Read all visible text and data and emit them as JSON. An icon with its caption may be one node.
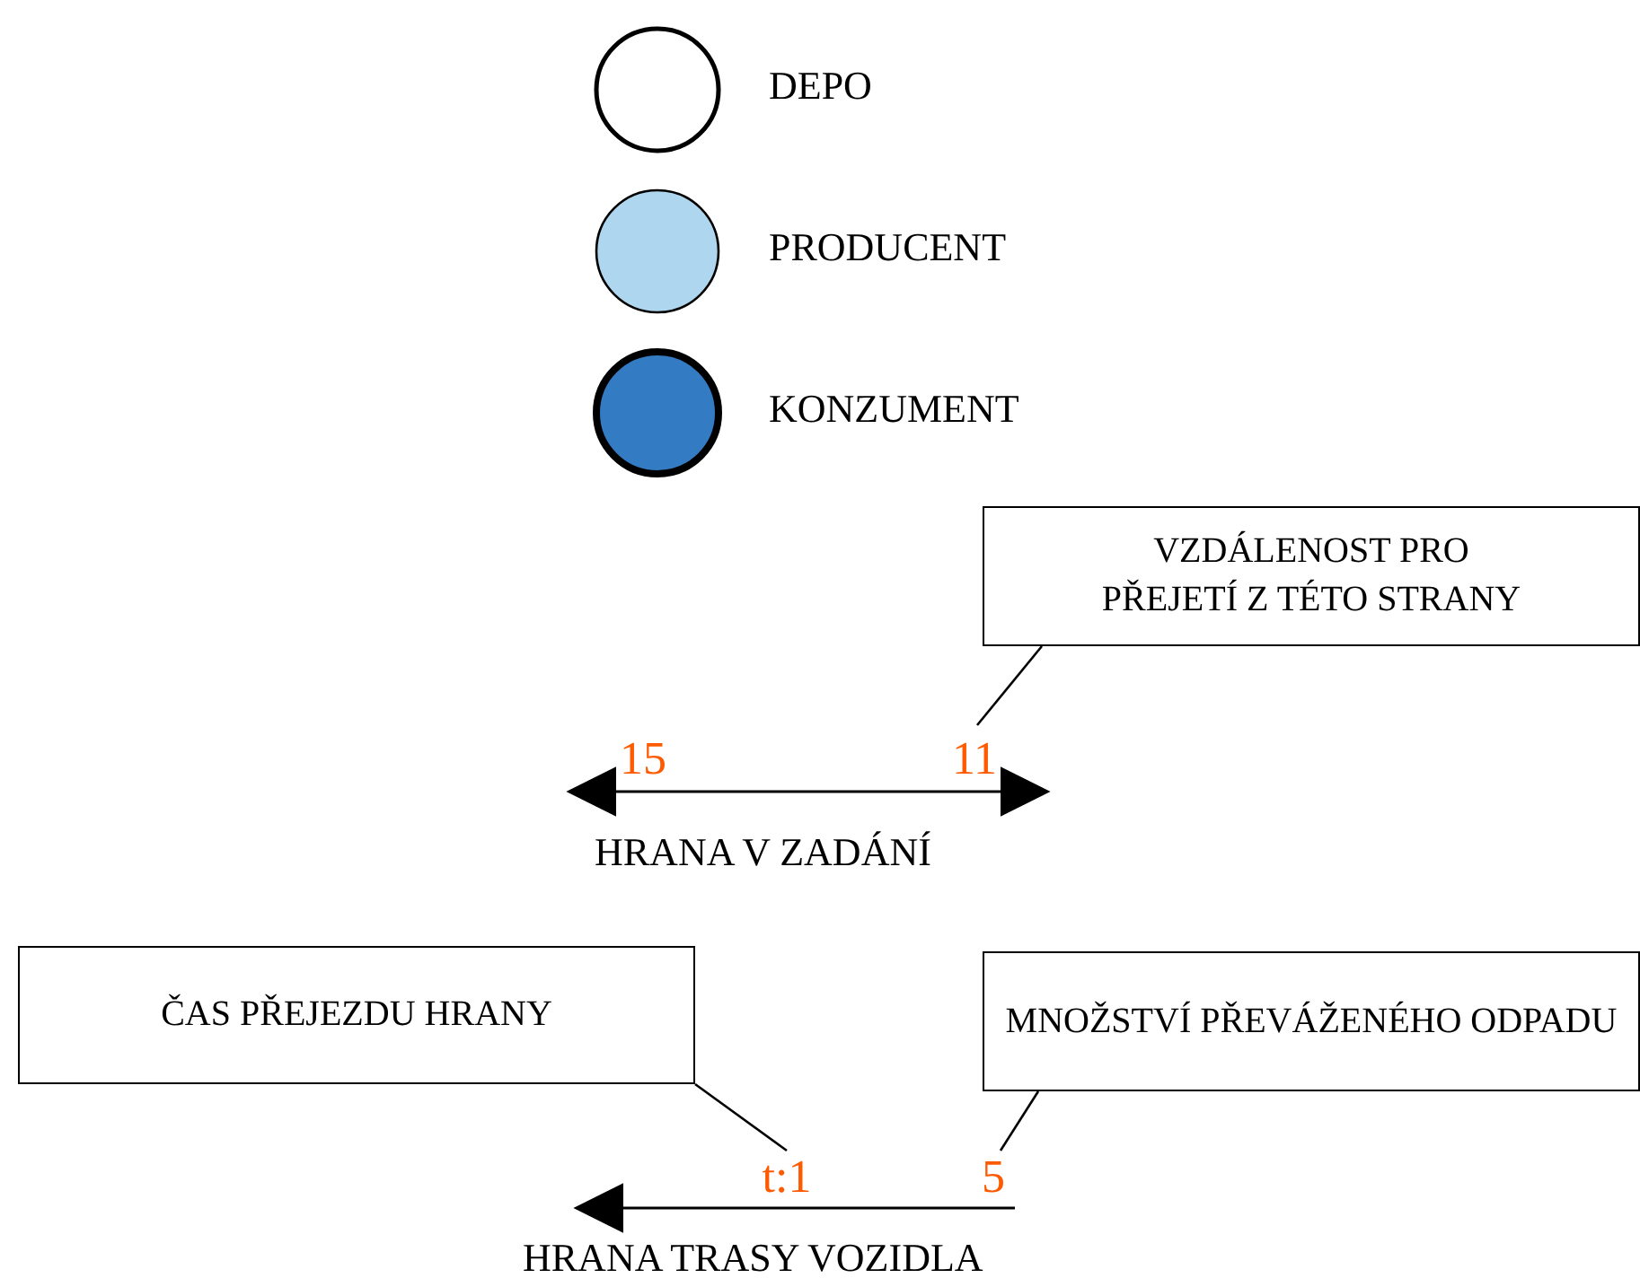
{
  "diagram": {
    "nodes": [
      {
        "text": [
          "VZDÁLENOST PRO PŘEJETÍ Z TÉTO STRANY"
        ]
      },
      {
        "text": [
          "11"
        ]
      },
      {
        "text": [
          "ČAS PŘEJEZDU HRANY"
        ]
      },
      {
        "text": [
          "t:1"
        ]
      },
      {
        "text": [
          "MNOŽSTVÍ PŘEVÁŽENÉHO ODPADU"
        ]
      },
      {
        "text": [
          "5"
        ]
      }
    ],
    "edges": [
      {
        "from": 0,
        "to": 1,
        "arrow": "none"
      },
      {
        "from": 2,
        "to": 3,
        "arrow": "none"
      },
      {
        "from": 4,
        "to": 5,
        "arrow": "none"
      }
    ],
    "labels": [
      "15",
      "HRANA V ZADÁNÍ",
      "HRANA TRASY VOZIDLA"
    ],
    "legend": [
      {
        "text": "DEPO",
        "color": "#ffffff"
      },
      {
        "text": "PRODUCENT",
        "color": "#aed6ee"
      },
      {
        "text": "KONZUMENT",
        "color": "#337bc2"
      }
    ]
  }
}
